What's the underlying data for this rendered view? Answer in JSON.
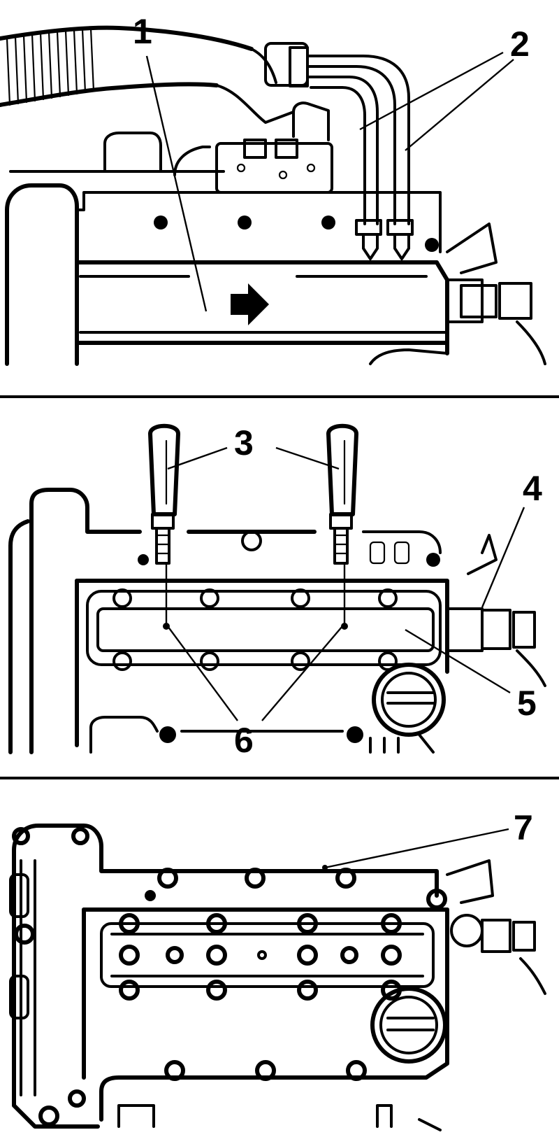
{
  "callouts": {
    "c1": "1",
    "c2": "2",
    "c3": "3",
    "c4": "4",
    "c5": "5",
    "c6": "6",
    "c7": "7"
  },
  "colors": {
    "ink": "#000000",
    "paper": "#ffffff"
  },
  "icons": {
    "direction": "arrow-right-icon"
  }
}
